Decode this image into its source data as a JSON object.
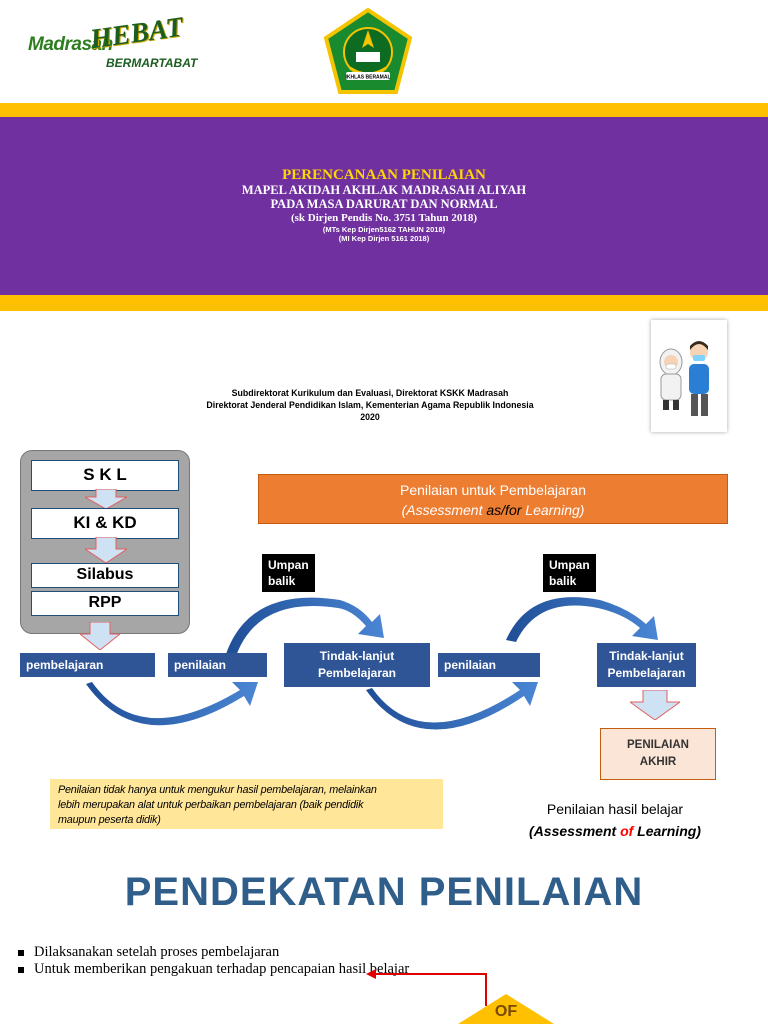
{
  "header": {
    "logo_left": {
      "word1": "Madrasah",
      "word2": "HEBAT",
      "word3": "BERMARTABAT"
    },
    "emblem_caption": "IKHLAS BERAMAL"
  },
  "banner": {
    "title": "PERENCANAAN PENILAIAN",
    "subtitle1": "MAPEL AKIDAH AKHLAK MADRASAH ALIYAH",
    "subtitle2": "PADA MASA DARURAT DAN NORMAL",
    "sk": "(sk Dirjen Pendis No. 3751 Tahun 2018)",
    "mts": "(MTs Kep Dirjen5162 TAHUN 2018)",
    "mi": "(MI Kep Dirjen 5161 2018)"
  },
  "credits": {
    "line1": "Subdirektorat Kurikulum dan Evaluasi, Direktorat KSKK Madrasah",
    "line2": "Direktorat Jenderal Pendidikan Islam, Kementerian Agama Republik Indonesia",
    "line3": "2020"
  },
  "diagram": {
    "stack": {
      "skl": "S K L",
      "kikd": "KI & KD",
      "silabus": "Silabus",
      "rpp": "RPP"
    },
    "pembelajaran": "pembelajaran",
    "penilaian_1": "penilaian",
    "penilaian_2": "penilaian",
    "tindak_1": {
      "line1": "Tindak-lanjut",
      "line2": "Pembelajaran"
    },
    "tindak_2": {
      "line1": "Tindak-lanjut",
      "line2": "Pembelajaran"
    },
    "umpan_1": {
      "line1": "Umpan",
      "line2": "balik"
    },
    "umpan_2": {
      "line1": "Umpan",
      "line2": "balik"
    },
    "afl": {
      "line1": "Penilaian untuk Pembelajaran",
      "paren_open": "(",
      "assessment": "Assessment ",
      "as_for": "as/for",
      "learning": " Learning)"
    },
    "akhir": {
      "line1": "PENILAIAN",
      "line2": "AKHIR"
    },
    "note": {
      "line1": "Penilaian tidak hanya untuk mengukur hasil pembelajaran, melainkan",
      "line2": "lebih merupakan alat untuk perbaikan  pembelajaran (baik pendidik",
      "line3": "maupun peserta didik)"
    },
    "aol": {
      "line1": "Penilaian hasil belajar",
      "paren": "(Assessment ",
      "of": "of",
      "learning": " Learning)"
    }
  },
  "section": {
    "title": "PENDEKATAN PENILAIAN",
    "bullets": [
      "Dilaksanakan setelah proses pembelajaran",
      "Untuk memberikan pengakuan terhadap pencapaian hasil belajar"
    ],
    "of_label": "OF"
  },
  "colors": {
    "purple": "#7030a0",
    "gold": "#fec000",
    "blue": "#2f5597",
    "orange": "#ed7d31",
    "title_blue": "#2f5e8a"
  }
}
